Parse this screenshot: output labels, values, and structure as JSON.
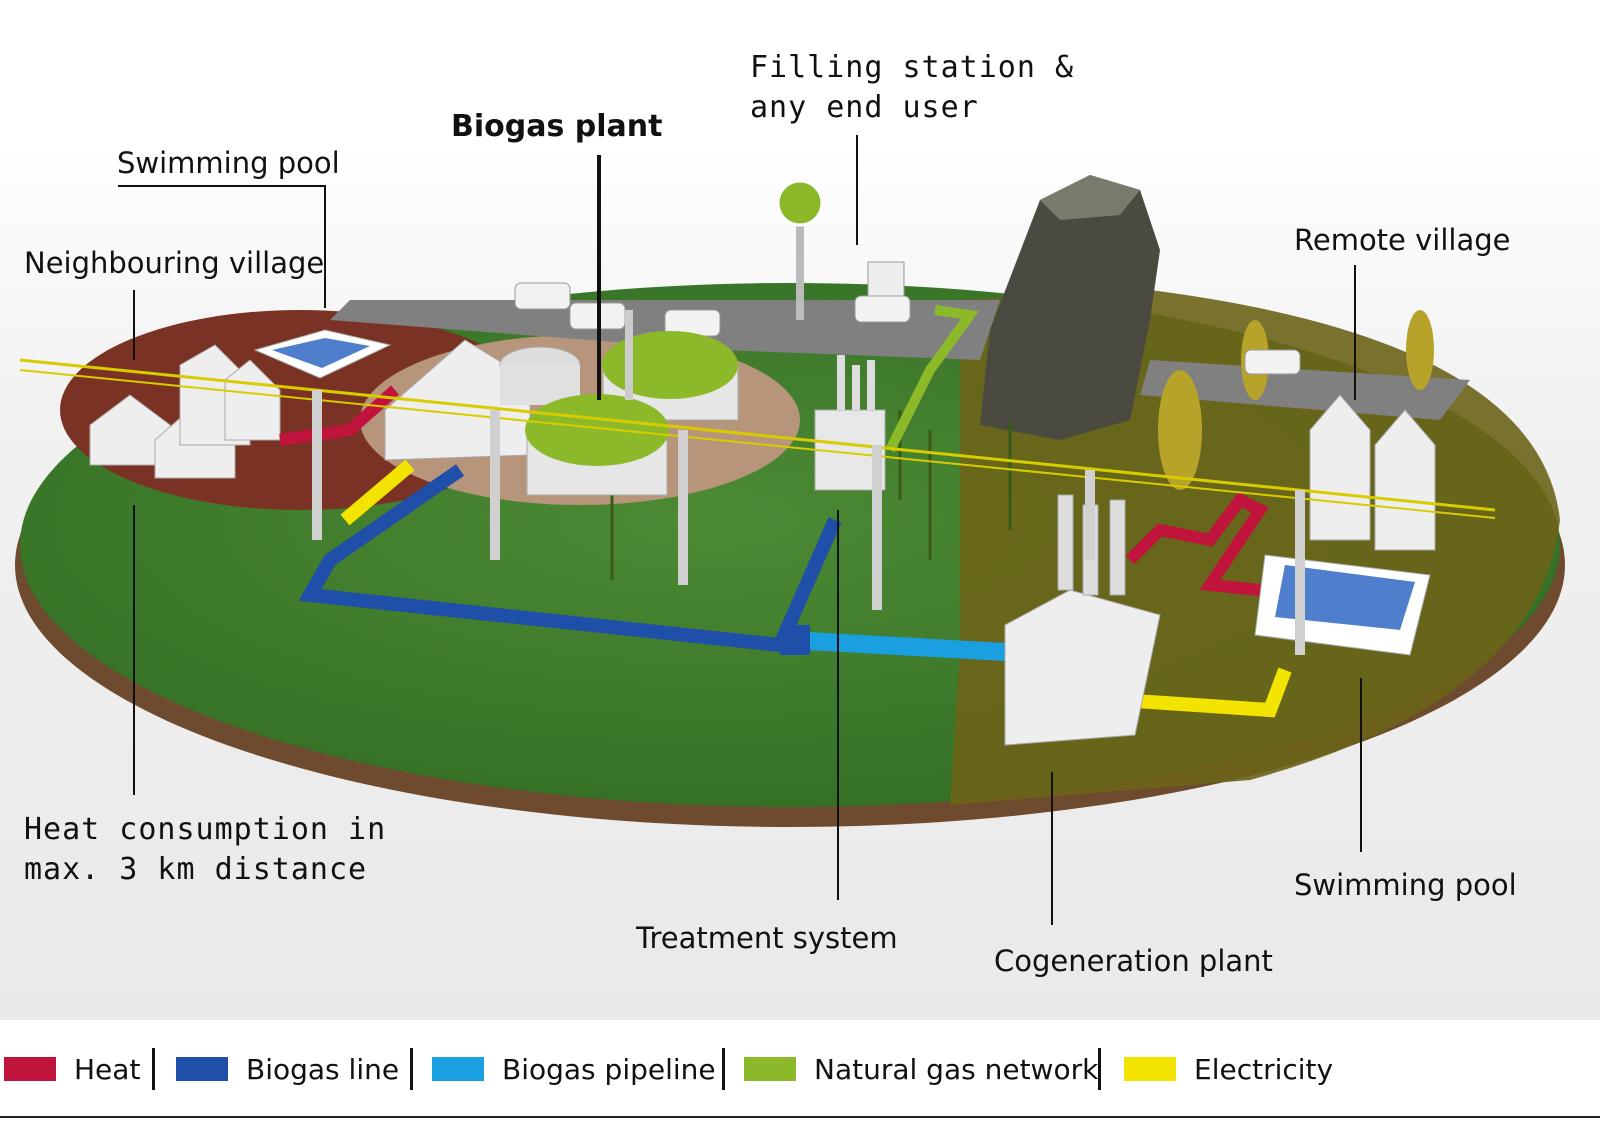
{
  "labels": {
    "swimming_pool_left": "Swimming pool",
    "biogas_plant": "Biogas plant",
    "filling_station": "Filling station &\nany end user",
    "neighbouring_village": "Neighbouring village",
    "remote_village": "Remote village",
    "heat_consumption": "Heat consumption in\nmax. 3 km distance",
    "treatment_system": "Treatment system",
    "cogeneration_plant": "Cogeneration plant",
    "swimming_pool_right": "Swimming pool"
  },
  "legend": [
    {
      "label": "Heat",
      "color": "#c0143c"
    },
    {
      "label": "Biogas line",
      "color": "#1f4fa8"
    },
    {
      "label": "Biogas pipeline",
      "color": "#1aa0e0"
    },
    {
      "label": "Natural gas network",
      "color": "#8cb92a"
    },
    {
      "label": "Electricity",
      "color": "#f2e300"
    }
  ]
}
